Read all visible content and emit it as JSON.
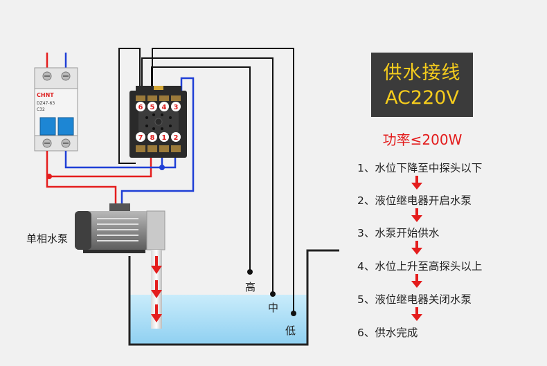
{
  "title": {
    "line1": "供水接线",
    "line2": "AC220V"
  },
  "power_rating": "功率≤200W",
  "steps": [
    "1、水位下降至中探头以下",
    "2、液位继电器开启水泵",
    "3、水泵开始供水",
    "4、水位上升至高探头以上",
    "5、液位继电器关闭水泵",
    "6、供水完成"
  ],
  "relay_pins": [
    "6",
    "5",
    "4",
    "3",
    "7",
    "8",
    "1",
    "2"
  ],
  "breaker": {
    "brand": "CHNT",
    "model": "DZ47-63",
    "rating": "C32"
  },
  "pump_label": "单相水泵",
  "probe_labels": {
    "high": "高",
    "mid": "中",
    "low": "低"
  },
  "colors": {
    "live": "#e41d1d",
    "neutral": "#1f3fd6",
    "signal": "#111111",
    "water": "#a9dcf5",
    "title_text": "#f5cc1d",
    "title_bg": "#3b3b3b"
  }
}
